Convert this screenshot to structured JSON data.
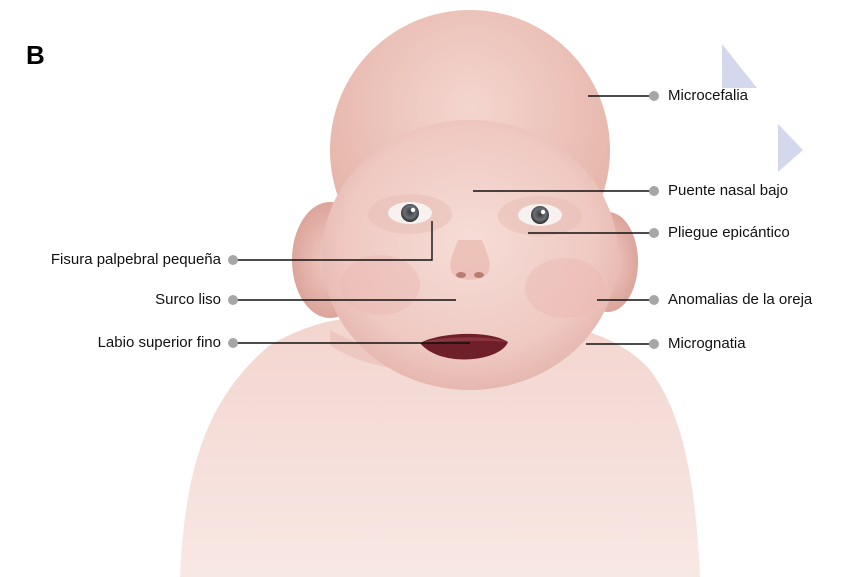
{
  "panel_label": "B",
  "labels_right": [
    {
      "text": "Microcefalia"
    },
    {
      "text": "Puente nasal bajo"
    },
    {
      "text": "Pliegue epicántico"
    },
    {
      "text": "Anomalias de la oreja"
    },
    {
      "text": "Micrognatia"
    }
  ],
  "labels_left": [
    {
      "text": "Fisura palpebral pequeña"
    },
    {
      "text": "Surco liso"
    },
    {
      "text": "Labio superior fino"
    }
  ],
  "colors": {
    "skin": "#f1d2cc",
    "skin_shadow": "#e0b1aa",
    "lip": "#6e1f2a",
    "leader_line": "#111111",
    "marker_dot": "#a6a6a6",
    "decor_triangle": "#d3d8ec"
  }
}
